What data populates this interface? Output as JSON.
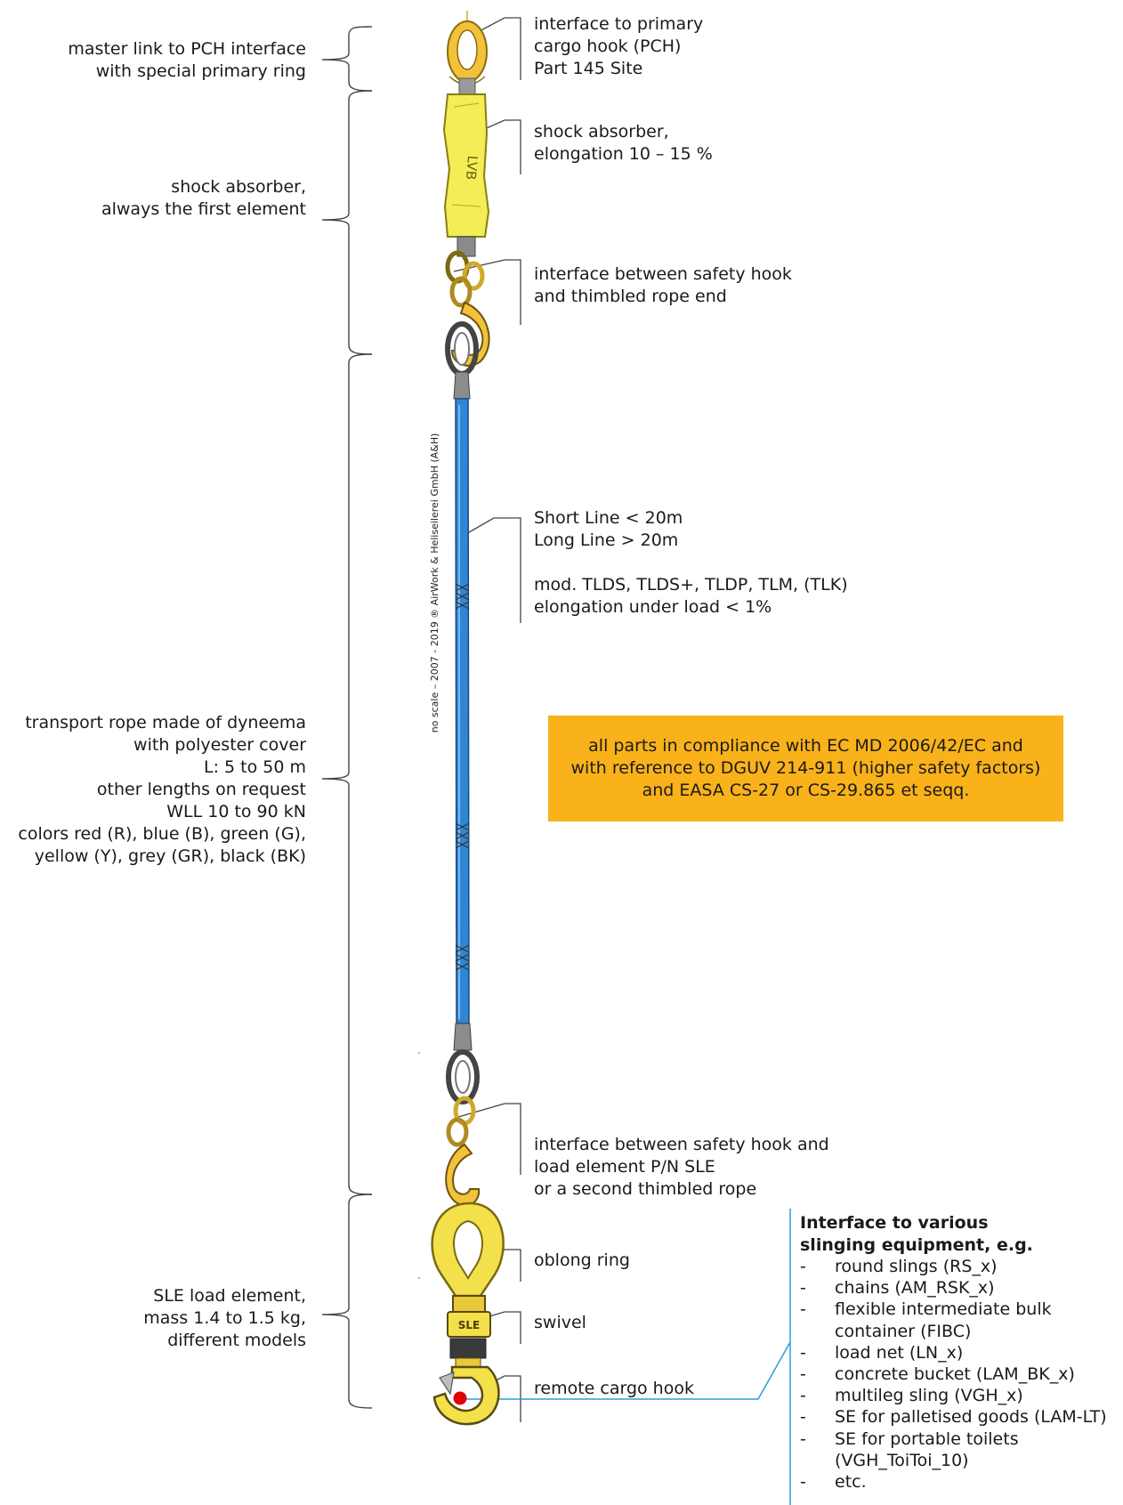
{
  "left_labels": {
    "master_link": "master link to PCH interface\nwith special primary ring",
    "shock_absorber": "shock absorber,\nalways the first element",
    "transport_rope": "transport rope made of dyneema\nwith polyester cover\nL: 5 to 50 m\nother lengths on request\nWLL 10 to 90 kN\ncolors red (R), blue (B), green (G),\nyellow (Y), grey (GR), black (BK)",
    "sle_load": "SLE load element,\nmass 1.4 to 1.5 kg,\ndifferent models"
  },
  "right_labels": {
    "pch_interface": "interface to primary\ncargo hook (PCH)\nPart 145 Site",
    "shock_absorber": "shock absorber,\nelongation 10 – 15 %",
    "interface_thimbled": "interface between safety hook\nand thimbled rope end",
    "line_length": "Short Line < 20m\nLong Line > 20m\n\nmod. TLDS, TLDS+, TLDP, TLM, (TLK)\nelongation under load < 1%",
    "interface_sle": "interface between safety hook and\nload element P/N SLE\nor a second thimbled rope",
    "oblong_ring": "oblong ring",
    "swivel": "swivel",
    "remote_hook": "remote cargo hook"
  },
  "compliance_note": "all parts in compliance with EC MD 2006/42/EC and\nwith reference to DGUV 214-911 (higher safety factors)\nand EASA CS-27 or CS-29.865 et seqq.",
  "copyright_vertical": "no scale – 2007 - 2019 ® AirWork & Heliseilerei GmbH (A&H)",
  "sle_mark": "SLE",
  "absorber_mark": "LVB",
  "interface_list": {
    "title": "Interface to various\nslinging equipment, e.g.",
    "items": [
      "round slings (RS_x)",
      "chains (AM_RSK_x)",
      "flexible intermediate bulk\ncontainer (FIBC)",
      "load net (LN_x)",
      "concrete bucket (LAM_BK_x)",
      "multileg sling (VGH_x)",
      "SE for palletised goods (LAM-LT)",
      "SE for portable toilets\n(VGH_ToiToi_10)",
      "etc."
    ]
  },
  "colors": {
    "rope": "#2f86d6",
    "yellow": "#f3dd3c",
    "note_bg": "#f9b21a",
    "leader_blue": "#2a9fd8",
    "marker": "#e00000"
  }
}
